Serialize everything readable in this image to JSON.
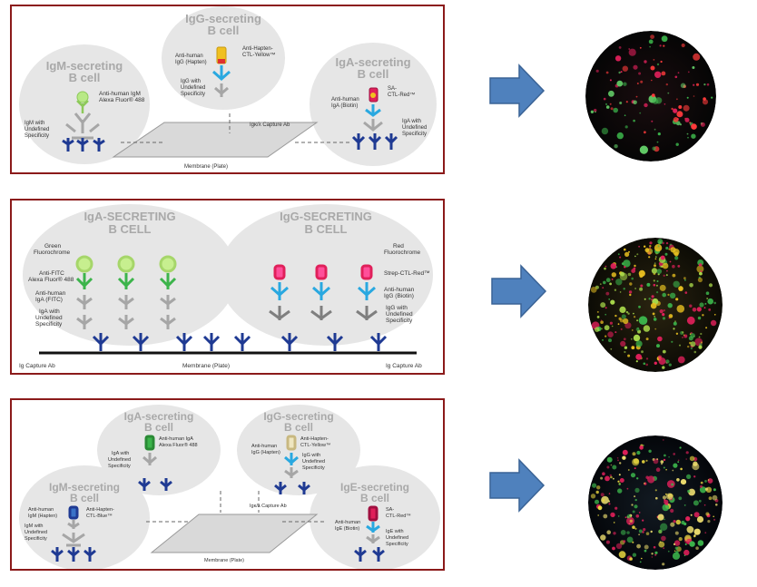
{
  "panel1": {
    "igm": {
      "title1": "IgM-secreting",
      "title2": "B cell",
      "reagent1": "Anti-human IgM",
      "reagent2": "Alexa Fluor® 488",
      "spec1": "IgM with",
      "spec2": "Undefined",
      "spec3": "Specificity"
    },
    "igg": {
      "title1": "IgG-secreting",
      "title2": "B cell",
      "hapten1": "Anti-Hapten-",
      "hapten2": "CTL-Yellow™",
      "anti1": "Anti-human",
      "anti2": "IgG (Hapten)",
      "spec1": "IgG with",
      "spec2": "Undefined",
      "spec3": "Specificity"
    },
    "iga": {
      "title1": "IgA-secreting",
      "title2": "B cell",
      "sa1": "SA-",
      "sa2": "CTL-Red™",
      "anti1": "Anti-human",
      "anti2": "IgA (Biotin)",
      "spec1": "IgA with",
      "spec2": "Undefined",
      "spec3": "Specificity"
    },
    "capture": "Igκ/λ Capture Ab",
    "membrane": "Membrane (Plate)"
  },
  "panel2": {
    "iga_title1": "IgA-SECRETING",
    "iga_title2": "B CELL",
    "igg_title1": "IgG-SECRETING",
    "igg_title2": "B CELL",
    "green1": "Green",
    "green2": "Fluorochrome",
    "fitc1": "Anti-FITC",
    "fitc2": "Alexa Fluor® 488",
    "ahiga1": "Anti-human",
    "ahiga2": "IgA (FITC)",
    "igaspec1": "IgA with",
    "igaspec2": "Undefined",
    "igaspec3": "Specificity",
    "red1": "Red",
    "red2": "Fluorochrome",
    "strep": "Strep-CTL-Red™",
    "ahigg1": "Anti-human",
    "ahigg2": "IgG (Biotin)",
    "iggspec1": "IgG with",
    "iggspec2": "Undefined",
    "iggspec3": "Specificity",
    "capture_left": "Ig Capture Ab",
    "capture_right": "Ig Capture Ab",
    "membrane": "Membrane (Plate)"
  },
  "panel3": {
    "iga": {
      "title1": "IgA-secreting",
      "title2": "B cell",
      "anti1": "Anti-human IgA",
      "anti2": "Alexa Fluor® 488",
      "spec1": "IgA with",
      "spec2": "Undefined",
      "spec3": "Specificity"
    },
    "igg": {
      "title1": "IgG-secreting",
      "title2": "B cell",
      "hapten1": "Anti-Hapten-",
      "hapten2": "CTL-Yellow™",
      "anti1": "Anti-human",
      "anti2": "IgG (Hapten)",
      "spec1": "IgG with",
      "spec2": "Undefined",
      "spec3": "Specificity"
    },
    "igm": {
      "title1": "IgM-secreting",
      "title2": "B cell",
      "anti1": "Anti-human",
      "anti2": "IgM (Hapten)",
      "hapten1": "Anti-Hapten-",
      "hapten2": "CTL-Blue™",
      "spec1": "IgM with",
      "spec2": "Undefined",
      "spec3": "Specificity"
    },
    "ige": {
      "title1": "IgE-secreting",
      "title2": "B cell",
      "sa1": "SA-",
      "sa2": "CTL-Red™",
      "anti1": "Anti-human",
      "anti2": "IgE (Biotin)",
      "spec1": "IgE with",
      "spec2": "Undefined",
      "spec3": "Specificity"
    },
    "capture": "Igκ/λ Capture Ab",
    "membrane": "Membrane (Plate)"
  },
  "colors": {
    "border": "#8b1a1a",
    "arrow": "#4f81bd",
    "arrow_edge": "#3a6396",
    "cell": "#e6e6e6",
    "antibody_blue": "#1f3a93",
    "green": "#3cb44b",
    "red": "#e0205a",
    "yellow": "#e8c020"
  },
  "icons": [
    "arrow-right-icon",
    "antibody-icon",
    "fluorochrome-icon"
  ]
}
